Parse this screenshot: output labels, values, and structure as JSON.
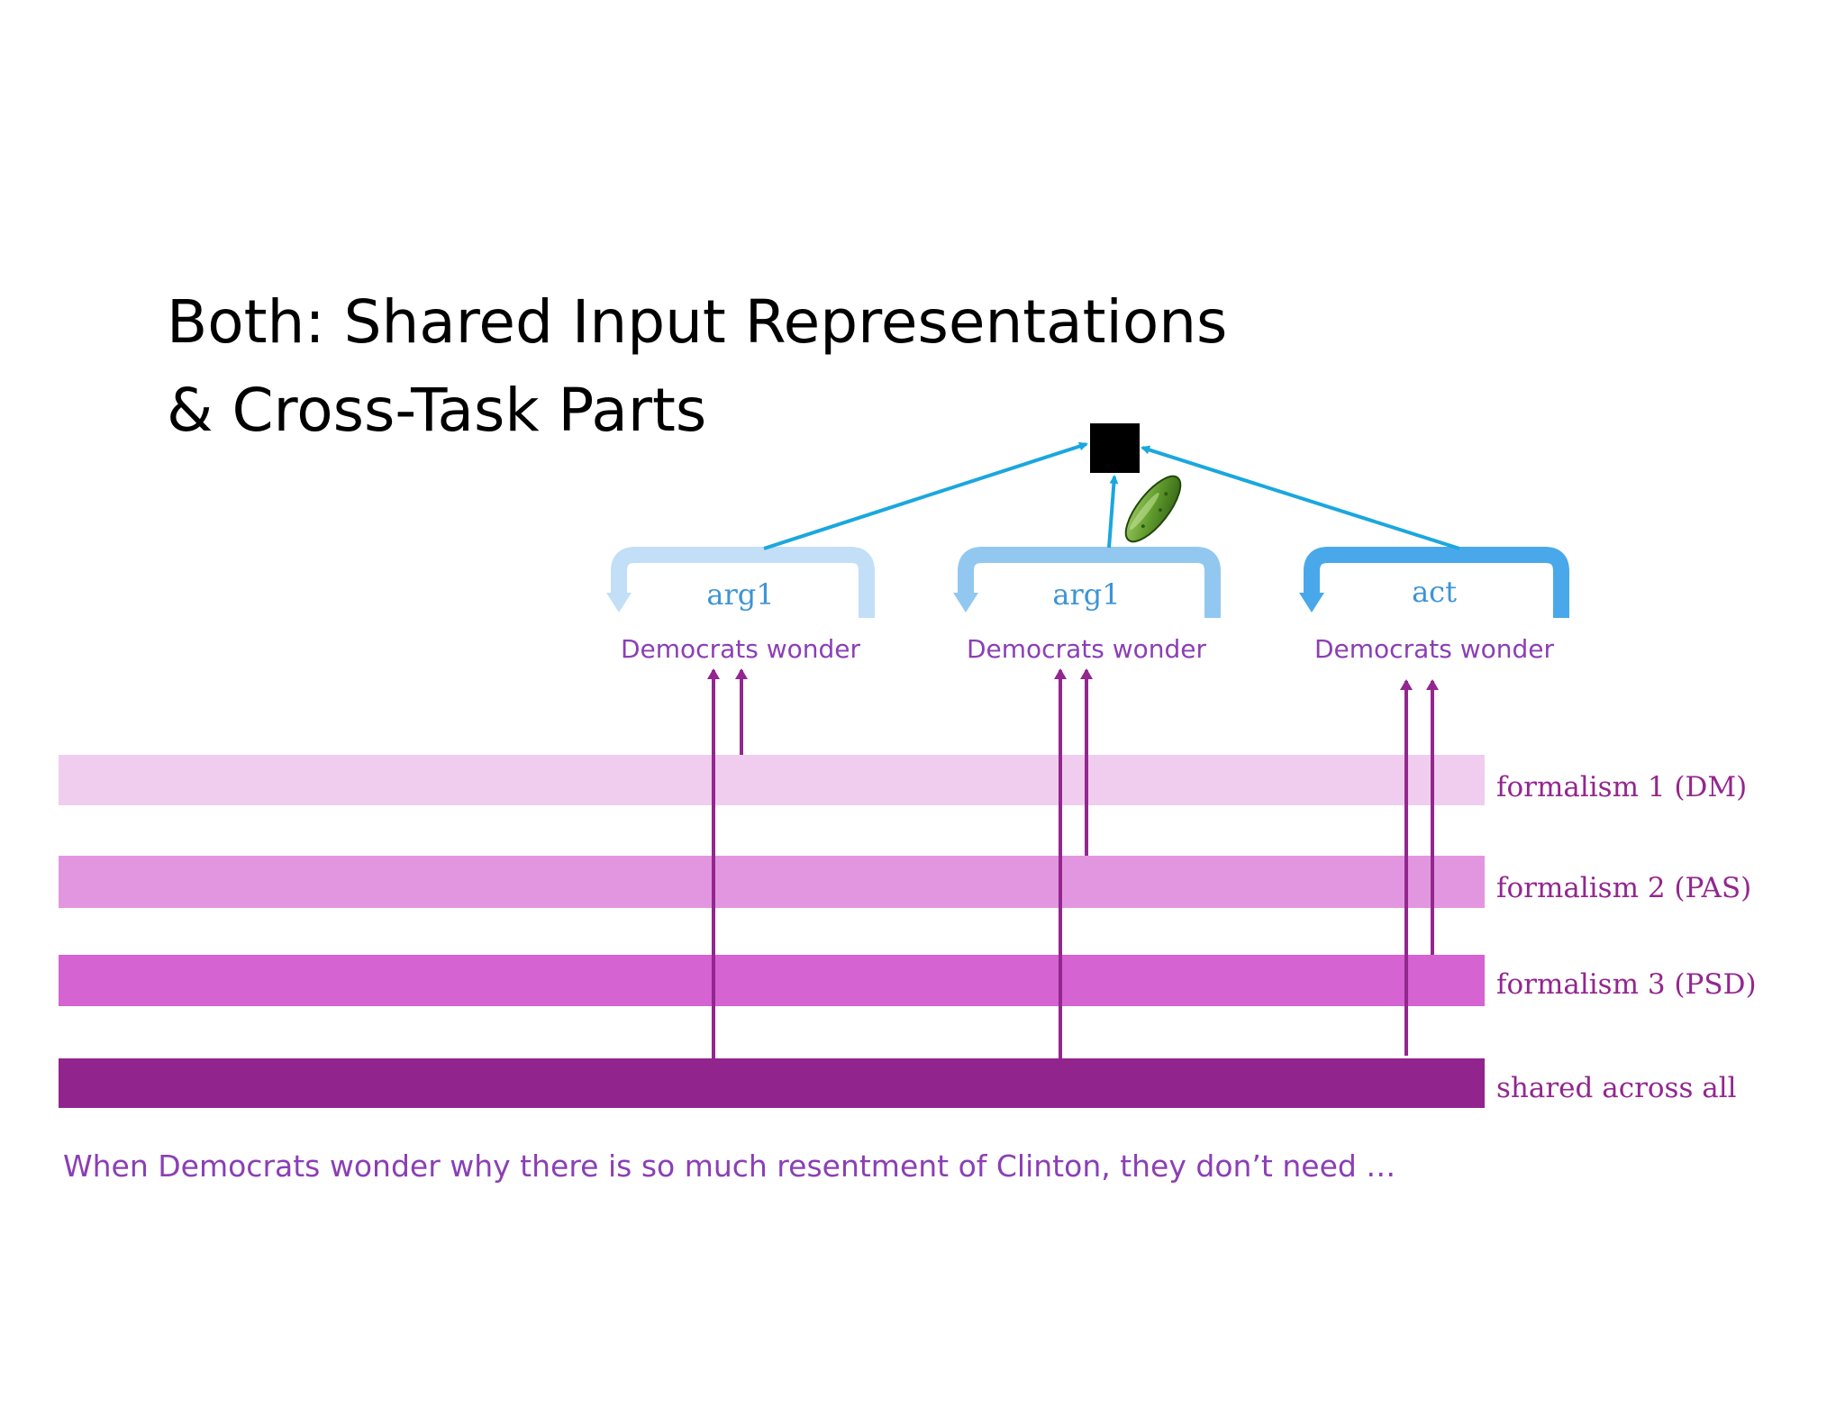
{
  "title": {
    "line1": "Both:  Shared Input Representations",
    "line2": "& Cross-Task Parts"
  },
  "parts": [
    {
      "label": "arg1",
      "words": "Democrats  wonder",
      "color": "#c2dff7"
    },
    {
      "label": "arg1",
      "words": "Democrats  wonder",
      "color": "#92c8f0"
    },
    {
      "label": "act",
      "words": "Democrats  wonder",
      "color": "#49a8ea"
    }
  ],
  "layers": [
    {
      "name": "formalism  1 (DM)",
      "color": "#f0cdee"
    },
    {
      "name": "formalism  2 (PAS)",
      "color": "#e396e0"
    },
    {
      "name": "formalism  3 (PSD)",
      "color": "#d563d2"
    },
    {
      "name": "shared  across  all",
      "color": "#92248e"
    }
  ],
  "sentence": "When Democrats wonder why there is so much resentment of Clinton, they don’t need …",
  "colors": {
    "connector": "#1aa7de",
    "text_purple": "#8b3fb5",
    "label_blue": "#3d94d6",
    "arrow_purple": "#93278f",
    "root_node": "#000000"
  },
  "icons": {
    "root": "black-square-node",
    "pickle": "pickle-icon"
  }
}
